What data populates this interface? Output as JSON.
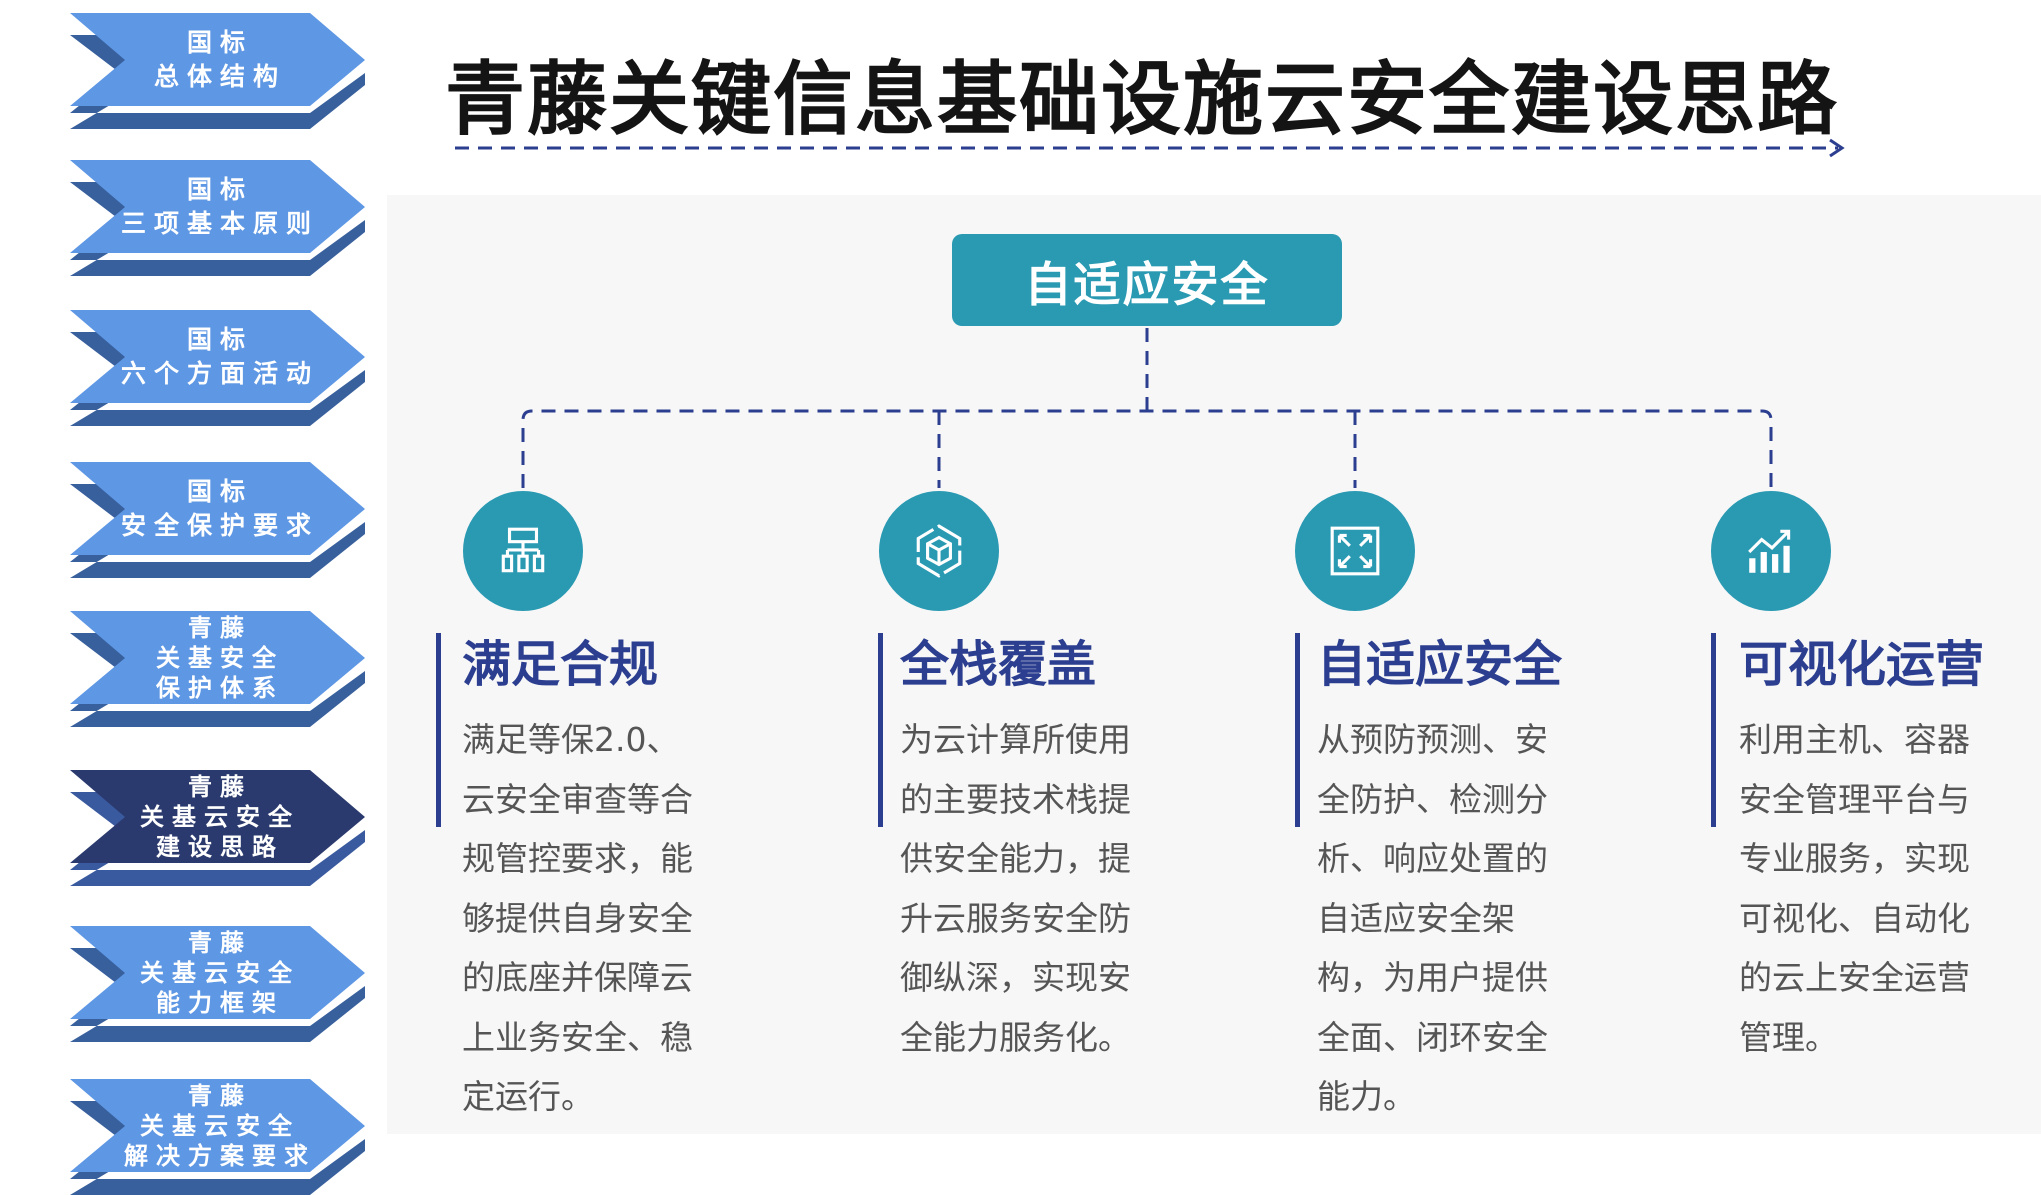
{
  "nav": [
    {
      "lines": [
        "国标",
        "总体结构"
      ],
      "active": false
    },
    {
      "lines": [
        "国标",
        "三项基本原则"
      ],
      "active": false
    },
    {
      "lines": [
        "国标",
        "六个方面活动"
      ],
      "active": false
    },
    {
      "lines": [
        "国标",
        "安全保护要求"
      ],
      "active": false
    },
    {
      "lines": [
        "青藤",
        "关基安全",
        "保护体系"
      ],
      "active": false
    },
    {
      "lines": [
        "青藤",
        "关基云安全",
        "建设思路"
      ],
      "active": true
    },
    {
      "lines": [
        "青藤",
        "关基云安全",
        "能力框架"
      ],
      "active": false
    },
    {
      "lines": [
        "青藤",
        "关基云安全",
        "解决方案要求"
      ],
      "active": false
    }
  ],
  "title": "青藤关键信息基础设施云安全建设思路",
  "root": "自适应安全",
  "colors": {
    "teal": "#2a9ab3",
    "navy": "#2b3e8f",
    "nav": "#5e97e4",
    "nav_shadow": "#38609d",
    "nav_active": "#2b3a6e"
  },
  "columns": [
    {
      "icon": "hierarchy-icon",
      "title": "满足合规",
      "lines": [
        "满足等保2.0、",
        "云安全审查等合",
        "规管控要求，能",
        "够提供自身安全",
        "的底座并保障云",
        "上业务安全、稳",
        "定运行。"
      ]
    },
    {
      "icon": "cube-icon",
      "title": "全栈覆盖",
      "lines": [
        "为云计算所使用",
        "的主要技术栈提",
        "供安全能力，提",
        "升云服务安全防",
        "御纵深，实现安",
        "全能力服务化。"
      ]
    },
    {
      "icon": "expand-icon",
      "title": "自适应安全",
      "lines": [
        "从预防预测、安",
        "全防护、检测分",
        "析、响应处置的",
        "自适应安全架",
        "构，为用户提供",
        "全面、闭环安全",
        "能力。"
      ]
    },
    {
      "icon": "chart-icon",
      "title": "可视化运营",
      "lines": [
        "利用主机、容器",
        "安全管理平台与",
        "专业服务，实现",
        "可视化、自动化",
        "的云上安全运营",
        "管理。"
      ]
    }
  ]
}
